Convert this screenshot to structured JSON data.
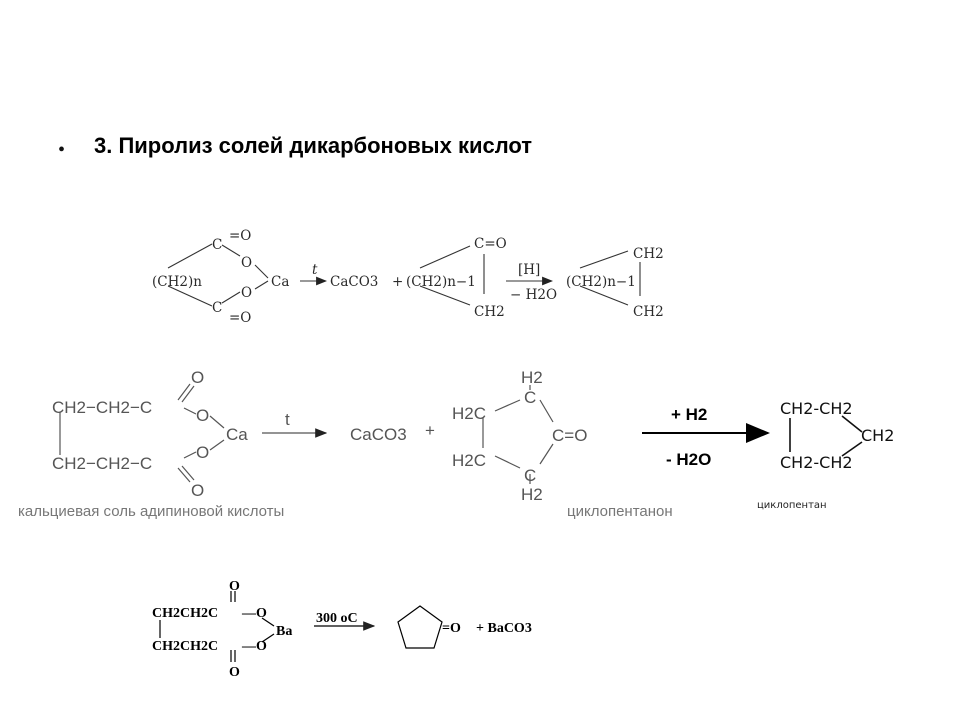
{
  "slide": {
    "heading": "3. Пиролиз солей дикарбоновых кислот"
  },
  "scheme1": {
    "salt_group": "(CH2)n",
    "metal": "Ca",
    "carbonyl_C": "C",
    "oxygen": "O",
    "arrow_condition": "t",
    "product_salt": "CaCO3",
    "plus": "+",
    "ketone_chain": "(CH2)n−1",
    "ketone_CH2": "CH2",
    "reduction_top": "[H]",
    "reduction_bottom": "− H2O",
    "product_chain": "(CH2)n−1"
  },
  "scheme2": {
    "salt_row1": "CH2−CH2−C",
    "salt_row2": "CH2−CH2−C",
    "metal": "Ca",
    "arrow_condition": "t",
    "product_salt": "CaCO3",
    "plus": "+",
    "ring_CH2": "H2",
    "ring_C": "C",
    "ring_H2C": "H2C",
    "ring_ketone": "C=O",
    "salt_caption": "кальциевая соль адипиновой кислоты",
    "ketone_caption": "циклопентанон",
    "reduction_top": "+ H2",
    "reduction_bottom": "- H2O",
    "alkane_top": "CH2-CH2",
    "alkane_bottom": "CH2-CH2",
    "alkane_right": "CH2",
    "alkane_caption": "циклопентан"
  },
  "scheme3": {
    "salt_row1": "CH2CH2C",
    "salt_row2": "CH2CH2C",
    "metal": "Ba",
    "condition": "300 oC",
    "ketone_oxygen": "=O",
    "byproduct": "+ BaCO3"
  }
}
